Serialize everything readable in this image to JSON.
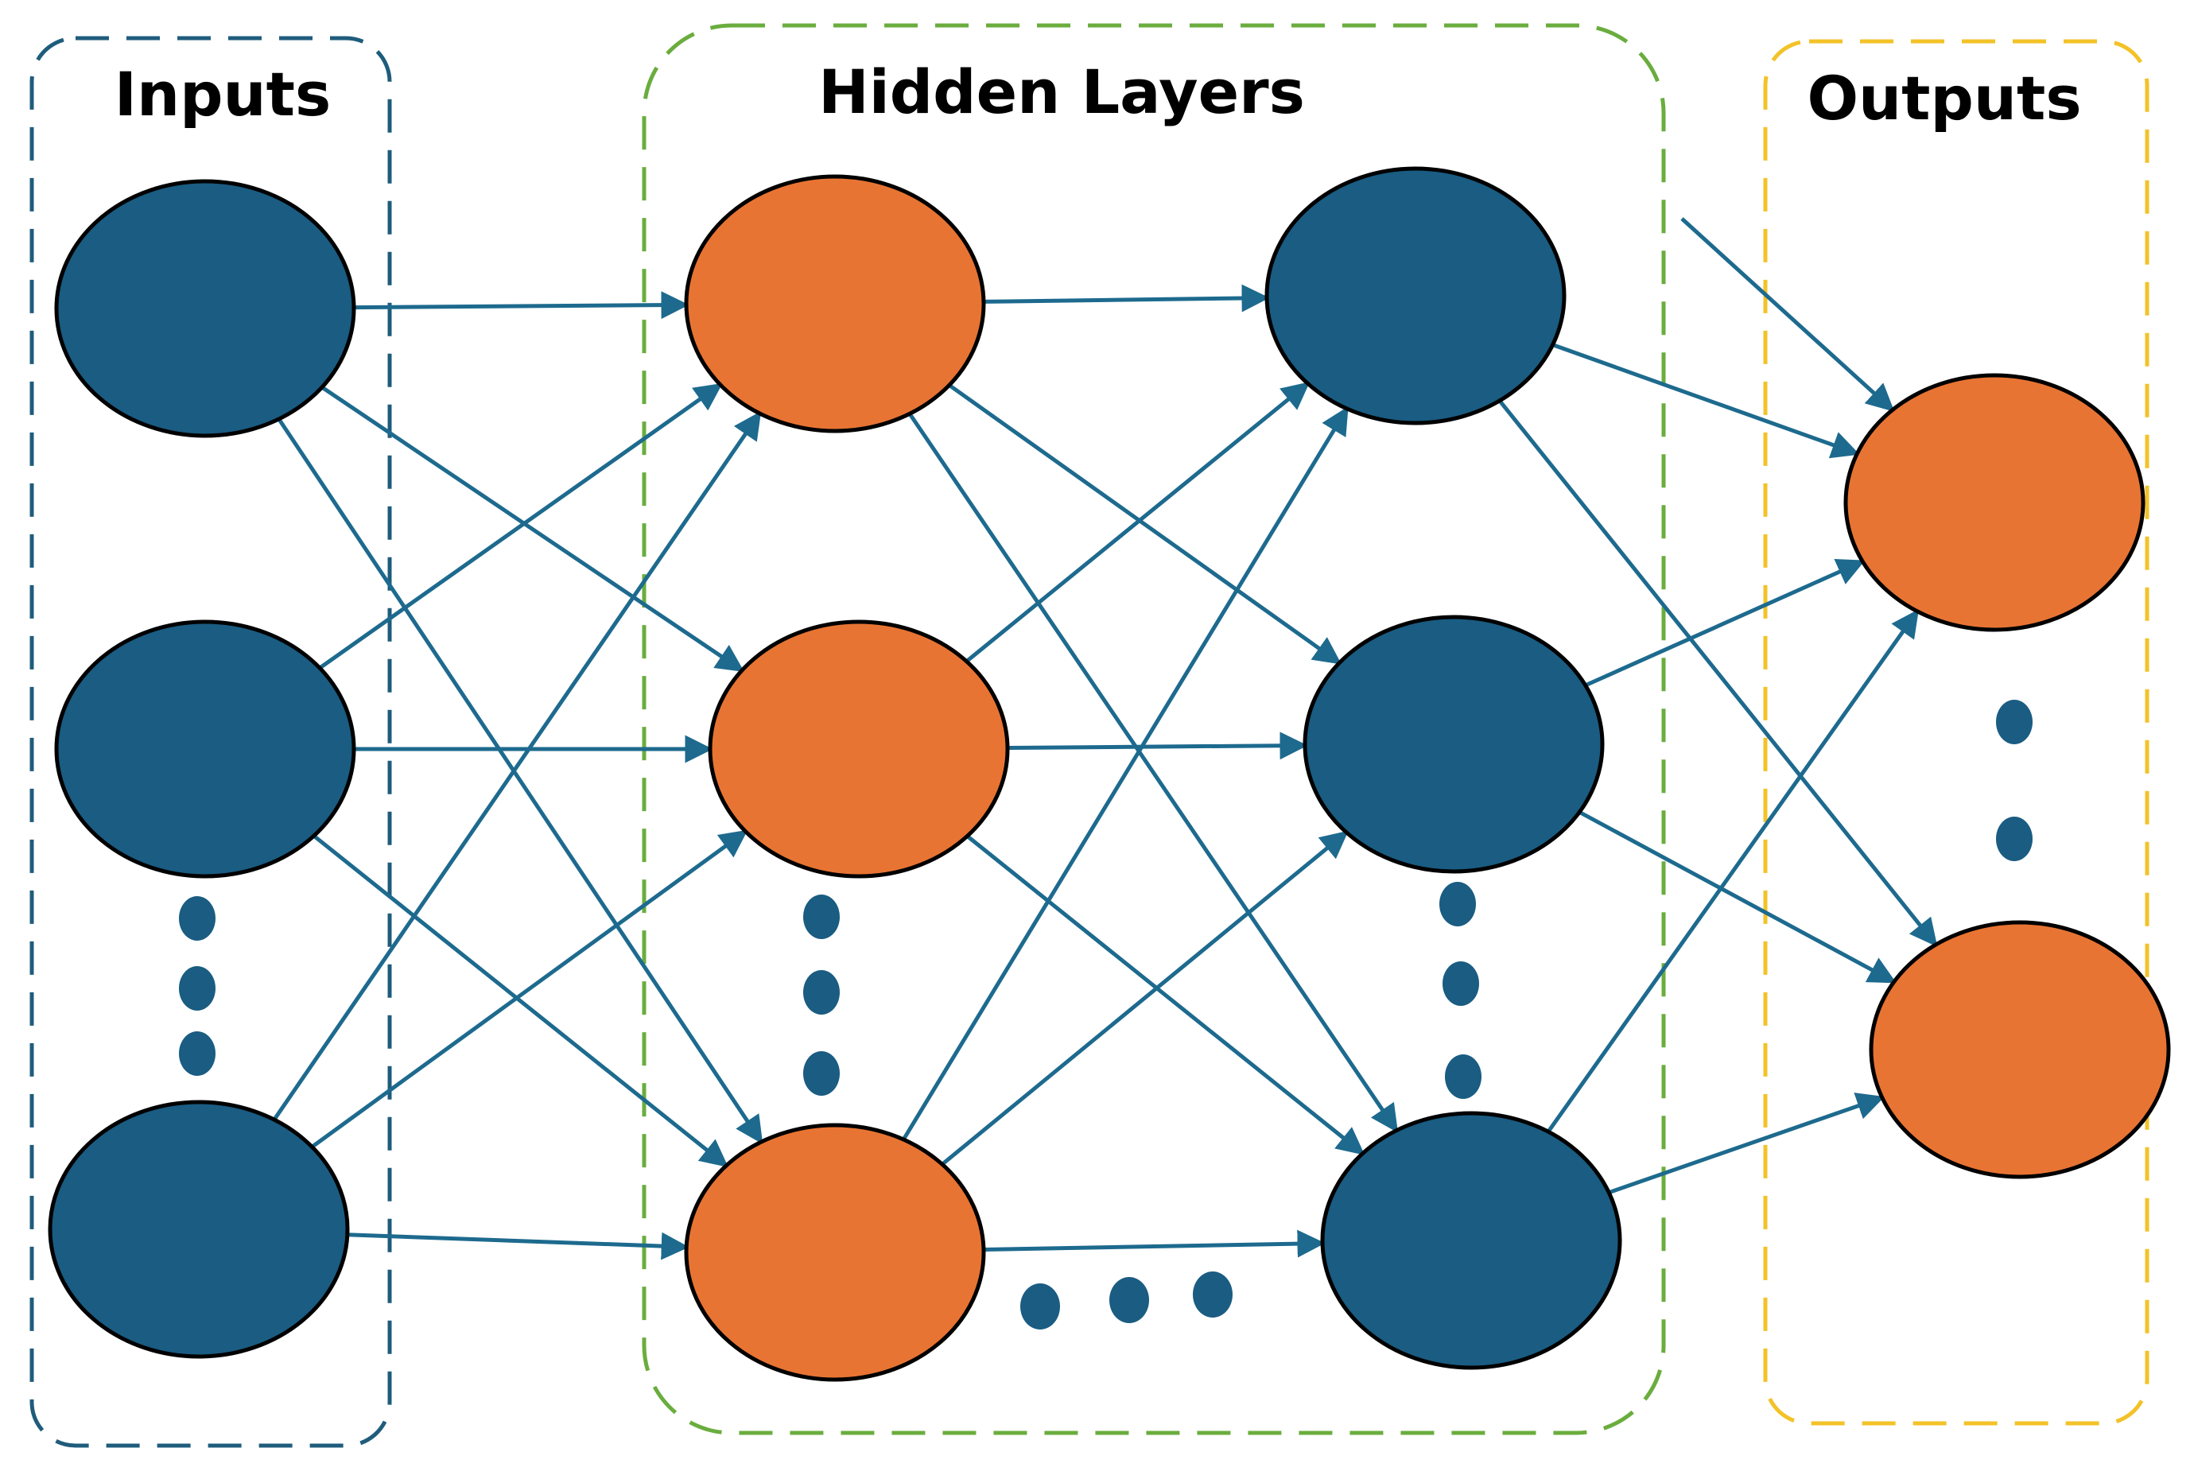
{
  "groups": {
    "inputs": {
      "title": "Inputs",
      "border_color": "#1f5c7c"
    },
    "hidden": {
      "title": "Hidden Layers",
      "border_color": "#6aad3e"
    },
    "outputs": {
      "title": "Outputs",
      "border_color": "#f2c228"
    }
  },
  "colors": {
    "node_blue": "#1a5c82",
    "node_orange": "#e87433",
    "edge": "#1d6a8e",
    "ellipsis_dot": "#1a5c82"
  },
  "layers": [
    {
      "name": "input-layer",
      "group": "inputs",
      "node_color": "node_blue",
      "visible_nodes": 3,
      "has_ellipsis": true
    },
    {
      "name": "hidden-layer-1",
      "group": "hidden",
      "node_color": "node_orange",
      "visible_nodes": 3,
      "has_ellipsis": true
    },
    {
      "name": "hidden-layer-2",
      "group": "hidden",
      "node_color": "node_blue",
      "visible_nodes": 3,
      "has_ellipsis": true
    },
    {
      "name": "output-layer",
      "group": "outputs",
      "node_color": "node_orange",
      "visible_nodes": 2,
      "has_ellipsis": true
    }
  ],
  "connectivity": "fully-connected with arrows between adjacent layers",
  "hidden_layer_continuation": "ellipsis between hidden layers"
}
